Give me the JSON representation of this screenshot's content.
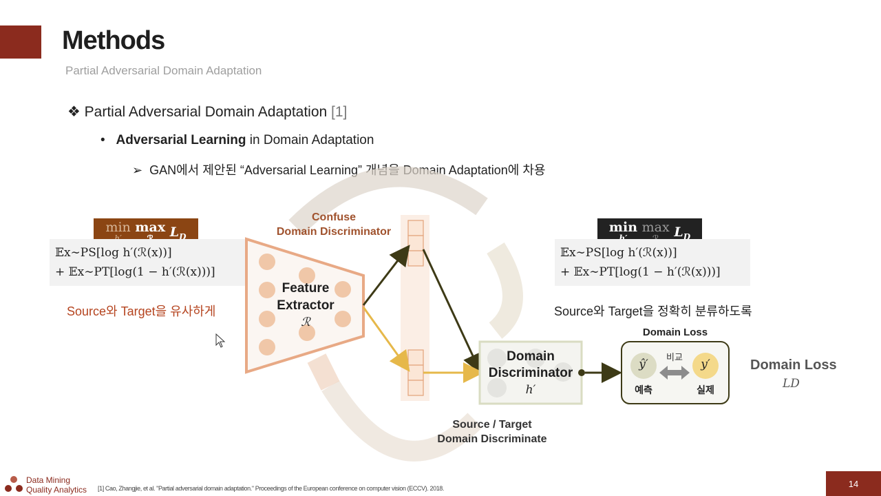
{
  "header": {
    "title": "Methods",
    "subtitle": "Partial Adversarial Domain Adaptation"
  },
  "bullets": {
    "level1_text": "Partial Adversarial Domain Adaptation",
    "level1_ref": "[1]",
    "level2_bold": "Adversarial Learning",
    "level2_rest": " in Domain Adaptation",
    "level3_text": "GAN에서 제안된 “Adversarial Learning” 개념을 Domain Adaptation에 차용"
  },
  "diagram": {
    "left_objective": "min h′ max ℛ L_D",
    "left_objective_min": "min",
    "left_objective_min_sub": "h′",
    "left_objective_max": "max",
    "left_objective_max_sub": "ℛ",
    "left_objective_loss": "L",
    "left_objective_loss_sub": "D",
    "left_formula_line1": "𝔼x∼PS[log h′(ℛ(x))]",
    "left_formula_line2": "+ 𝔼x∼PT[log(1 − h′(ℛ(x)))]",
    "left_note": "Source와 Target을 유사하게",
    "right_objective_min": "min",
    "right_objective_min_sub": "h′",
    "right_objective_max": "max",
    "right_objective_max_sub": "ℛ",
    "right_objective_loss": "L",
    "right_objective_loss_sub": "D",
    "right_formula_line1": "𝔼x∼PS[log h′(ℛ(x))]",
    "right_formula_line2": "+ 𝔼x∼PT[log(1 − h′(ℛ(x)))]",
    "right_note": "Source와 Target을 정확히 분류하도록",
    "confuse_label_line1": "Confuse",
    "confuse_label_line2": "Domain Discriminator",
    "feature_extractor_line1": "Feature",
    "feature_extractor_line2": "Extractor",
    "feature_extractor_symbol": "ℛ",
    "discriminator_line1": "Domain",
    "discriminator_line2": "Discriminator",
    "discriminator_symbol": "h′",
    "discriminate_label_line1": "Source / Target",
    "discriminate_label_line2": "Domain Discriminate",
    "loss_box_title": "Domain Loss",
    "loss_pred_symbol": "ŷ′",
    "loss_true_symbol": "y′",
    "loss_compare": "비교",
    "loss_pred_label": "예측",
    "loss_true_label": "실제",
    "side_loss_label": "Domain Loss",
    "side_loss_symbol": "LD"
  },
  "footer": {
    "logo_line1": "Data Mining",
    "logo_line2": "Quality Analytics",
    "reference": "[1] Cao, Zhangjie, et al. \"Partial adversarial domain adaptation.\" Proceedings of the European conference on computer vision (ECCV). 2018.",
    "page_number": "14"
  },
  "colors": {
    "accent": "#8b2b1e",
    "orange": "#c8652a",
    "gold": "#e6b84a",
    "dark_green": "#3d3a16"
  }
}
